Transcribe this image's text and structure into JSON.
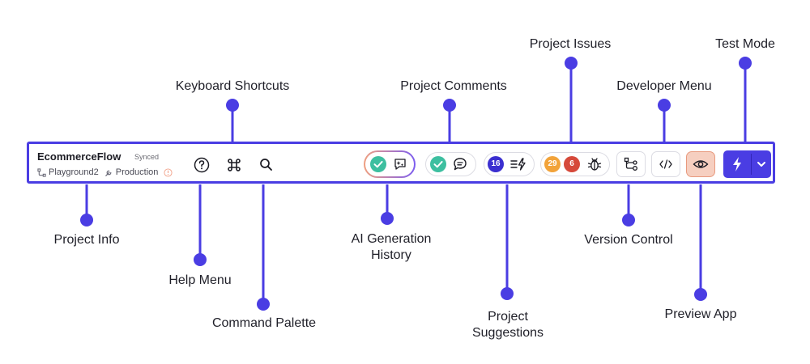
{
  "labels": {
    "project_info": "Project Info",
    "help_menu": "Help Menu",
    "keyboard_shortcuts": "Keyboard Shortcuts",
    "command_palette": "Command Palette",
    "ai_generation_history": [
      "AI Generation",
      "History"
    ],
    "project_comments": "Project Comments",
    "project_suggestions": [
      "Project",
      "Suggestions"
    ],
    "project_issues": "Project Issues",
    "version_control": "Version Control",
    "developer_menu": "Developer Menu",
    "preview_app": "Preview App",
    "test_mode": "Test Mode"
  },
  "toolbar": {
    "project_name": "EcommerceFlow",
    "sync_status": "Synced",
    "branch": "Playground2",
    "environment": "Production",
    "suggestions_count": "16",
    "issues_warning_count": "29",
    "issues_error_count": "6"
  },
  "colors": {
    "accent": "#4a3de3",
    "success": "#3dbfa0",
    "warning": "#f2a33a",
    "error": "#d6493a",
    "preview_bg": "#f6cfc0",
    "preview_border": "#e89a7e"
  },
  "icons": {
    "help": "question-circle-icon",
    "shortcuts": "command-key-icon",
    "search": "magnifier-icon",
    "ai_history": "sparkle-chat-icon",
    "comments": "chat-bubble-icon",
    "suggestions": "list-lightning-icon",
    "issues": "bug-icon",
    "version_control": "branch-icon",
    "developer": "code-brackets-icon",
    "preview": "eye-icon",
    "test_mode": "lightning-icon",
    "dropdown": "chevron-down-icon"
  }
}
